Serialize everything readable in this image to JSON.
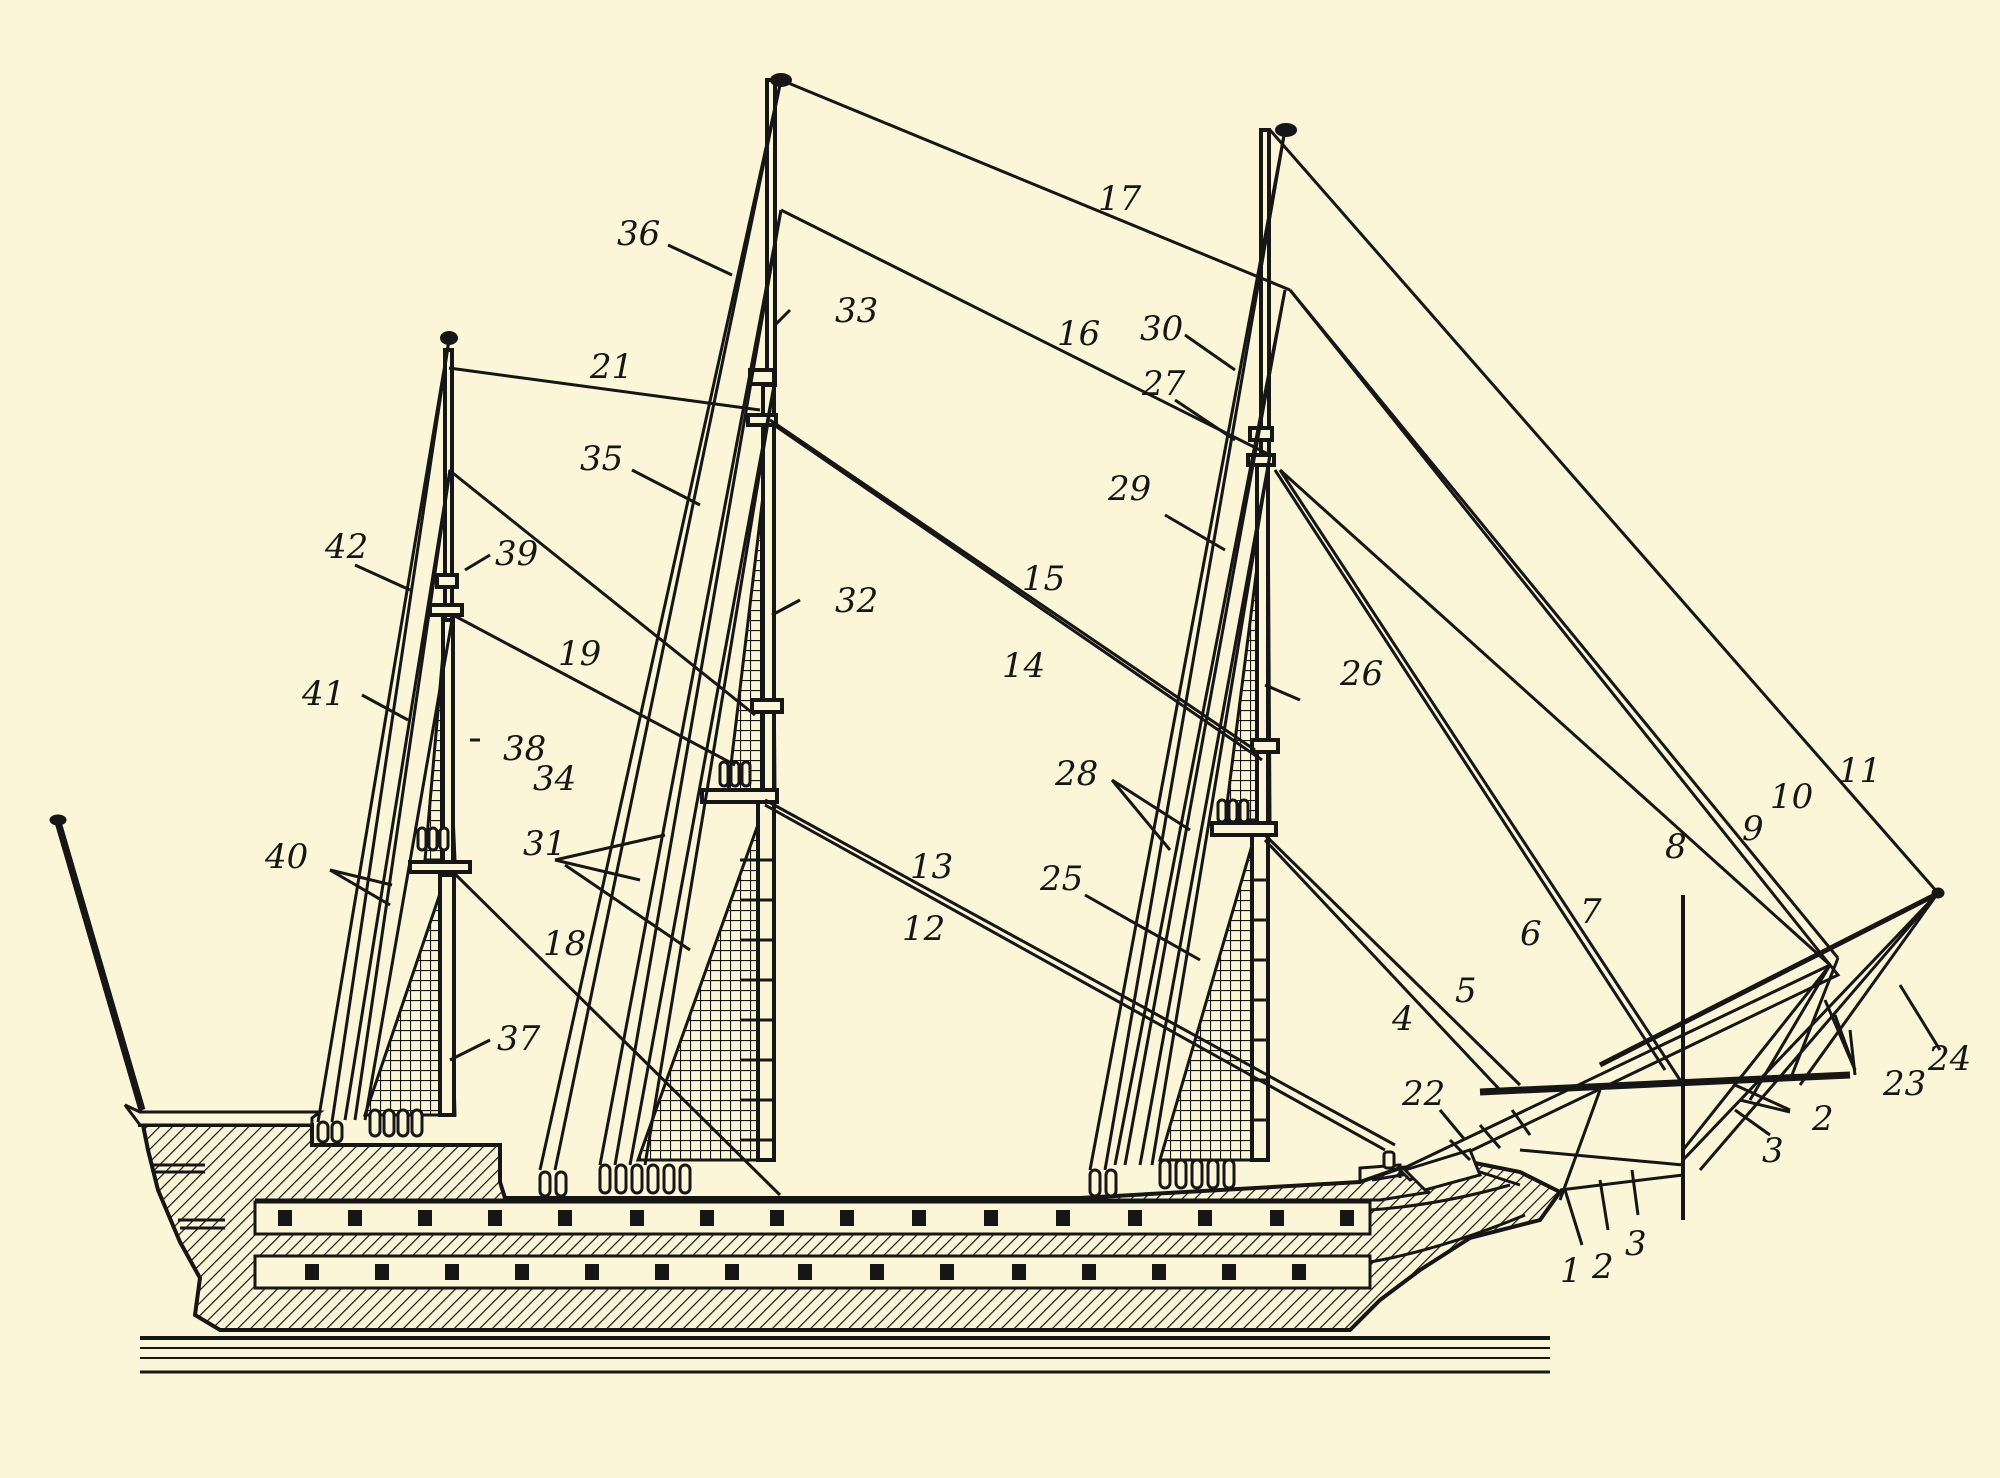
{
  "diagram": {
    "background": "#fbf6d7",
    "ink": "#161616",
    "hull_fill": "#cfc8a8",
    "callouts": [
      "1",
      "2",
      "3",
      "4",
      "5",
      "6",
      "7",
      "8",
      "9",
      "10",
      "11",
      "12",
      "13",
      "14",
      "15",
      "16",
      "17",
      "18",
      "19",
      "21",
      "22",
      "23",
      "24",
      "25",
      "26",
      "27",
      "28",
      "29",
      "30",
      "31",
      "32",
      "33",
      "34",
      "35",
      "36",
      "37",
      "38",
      "39",
      "40",
      "41",
      "42"
    ],
    "lower_labels": [
      "1",
      "2",
      "3"
    ],
    "extra_label_2": "2",
    "extra_label_3": "3"
  }
}
